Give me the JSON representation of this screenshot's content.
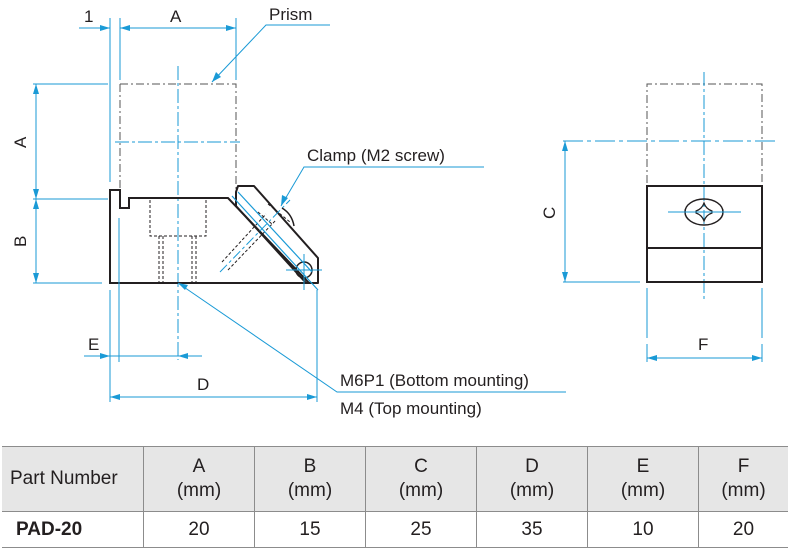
{
  "drawing": {
    "colors": {
      "outline": "#231f20",
      "dimension": "#1a9ad6",
      "hidden": "#231f20",
      "phantom": "#555555"
    },
    "dimension_labels": {
      "gap": "1",
      "top_A": "A",
      "side_A": "A",
      "side_B": "B",
      "E": "E",
      "D": "D",
      "C": "C",
      "F": "F"
    },
    "callouts": {
      "prism": "Prism",
      "clamp": "Clamp (M2 screw)",
      "bottom_mounting": "M6P1 (Bottom mounting)",
      "top_mounting": "M4 (Top mounting)"
    },
    "icons": [
      "phillips-screw-head-icon"
    ]
  },
  "table": {
    "headers": [
      {
        "label": "Part Number",
        "unit": ""
      },
      {
        "label": "A",
        "unit": "(mm)"
      },
      {
        "label": "B",
        "unit": "(mm)"
      },
      {
        "label": "C",
        "unit": "(mm)"
      },
      {
        "label": "D",
        "unit": "(mm)"
      },
      {
        "label": "E",
        "unit": "(mm)"
      },
      {
        "label": "F",
        "unit": "(mm)"
      }
    ],
    "rows": [
      {
        "part_number": "PAD-20",
        "A": "20",
        "B": "15",
        "C": "25",
        "D": "35",
        "E": "10",
        "F": "20"
      }
    ]
  }
}
